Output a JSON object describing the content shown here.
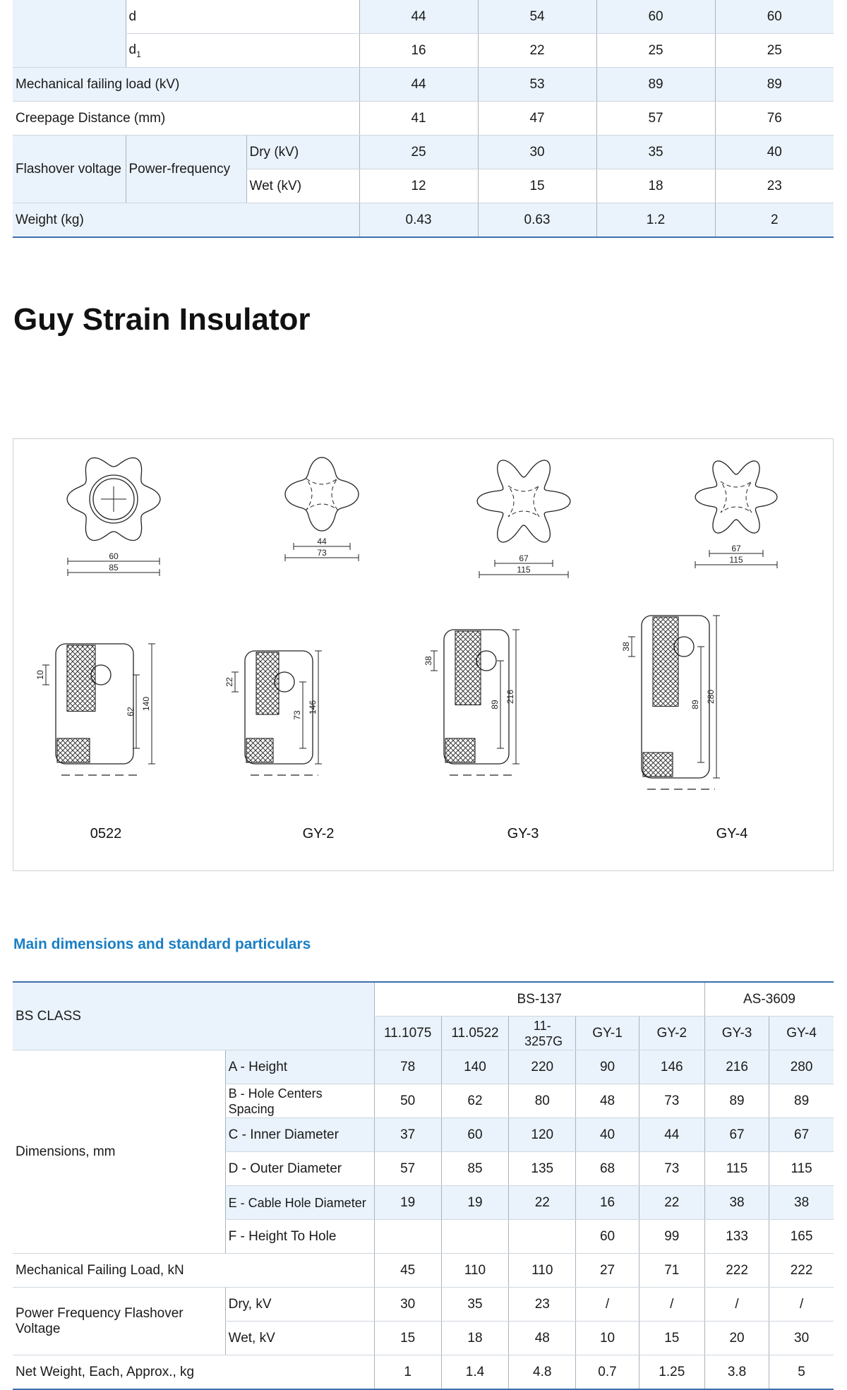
{
  "top_table": {
    "rows": {
      "d": {
        "label": "d",
        "values": [
          "44",
          "54",
          "60",
          "60"
        ]
      },
      "d1": {
        "label": "d",
        "sub": "1",
        "values": [
          "16",
          "22",
          "25",
          "25"
        ]
      },
      "mech": {
        "label": "Mechanical failing load (kV)",
        "values": [
          "44",
          "53",
          "89",
          "89"
        ]
      },
      "creep": {
        "label": "Creepage Distance (mm)",
        "values": [
          "41",
          "47",
          "57",
          "76"
        ]
      },
      "flash_label": "Flashover voltage",
      "power_freq": "Power-frequency",
      "dry": {
        "label": "Dry (kV)",
        "values": [
          "25",
          "30",
          "35",
          "40"
        ]
      },
      "wet": {
        "label": "Wet (kV)",
        "values": [
          "12",
          "15",
          "18",
          "23"
        ]
      },
      "weight": {
        "label": "Weight (kg)",
        "values": [
          "0.43",
          "0.63",
          "1.2",
          "2"
        ]
      }
    }
  },
  "heading": "Guy Strain Insulator",
  "drawings": {
    "models": [
      "0522",
      "GY-2",
      "GY-3",
      "GY-4"
    ],
    "top_dims": [
      {
        "inner": "60",
        "outer": "85"
      },
      {
        "inner": "44",
        "outer": "73"
      },
      {
        "inner": "67",
        "outer": "115"
      },
      {
        "inner": "67",
        "outer": "115"
      }
    ],
    "side_dims": [
      {
        "hole": "10",
        "centers": "62",
        "height": "140"
      },
      {
        "hole": "22",
        "centers": "73",
        "height": "146"
      },
      {
        "hole": "38",
        "centers": "89",
        "height": "216"
      },
      {
        "hole": "38",
        "centers": "89",
        "height": "280"
      }
    ]
  },
  "sub_heading": "Main dimensions and standard particulars",
  "bottom_table": {
    "bs_class": "BS CLASS",
    "group_bs": "BS-137",
    "group_as": "AS-3609",
    "columns": [
      "11.1075",
      "11.0522",
      "11-3257G",
      "GY-1",
      "GY-2",
      "GY-3",
      "GY-4"
    ],
    "dimensions_label": "Dimensions, mm",
    "dim_rows": [
      {
        "label": "A - Height",
        "values": [
          "78",
          "140",
          "220",
          "90",
          "146",
          "216",
          "280"
        ]
      },
      {
        "label": "B - Hole Centers Spacing",
        "values": [
          "50",
          "62",
          "80",
          "48",
          "73",
          "89",
          "89"
        ]
      },
      {
        "label": "C - Inner Diameter",
        "values": [
          "37",
          "60",
          "120",
          "40",
          "44",
          "67",
          "67"
        ]
      },
      {
        "label": "D - Outer Diameter",
        "values": [
          "57",
          "85",
          "135",
          "68",
          "73",
          "115",
          "115"
        ]
      },
      {
        "label": "E - Cable Hole Diameter",
        "values": [
          "19",
          "19",
          "22",
          "16",
          "22",
          "38",
          "38"
        ]
      },
      {
        "label": "F - Height To Hole",
        "values": [
          "",
          "",
          "",
          "60",
          "99",
          "133",
          "165"
        ]
      }
    ],
    "mech": {
      "label": "Mechanical Failing Load, kN",
      "values": [
        "45",
        "110",
        "110",
        "27",
        "71",
        "222",
        "222"
      ]
    },
    "pfv_label": "Power Frequency Flashover Voltage",
    "dry": {
      "label": "Dry, kV",
      "values": [
        "30",
        "35",
        "23",
        "/",
        "/",
        "/",
        "/"
      ]
    },
    "wet": {
      "label": "Wet, kV",
      "values": [
        "15",
        "18",
        "48",
        "10",
        "15",
        "20",
        "30"
      ]
    },
    "weight": {
      "label": "Net Weight, Each, Approx., kg",
      "values": [
        "1",
        "1.4",
        "4.8",
        "0.7",
        "1.25",
        "3.8",
        "5"
      ]
    }
  }
}
